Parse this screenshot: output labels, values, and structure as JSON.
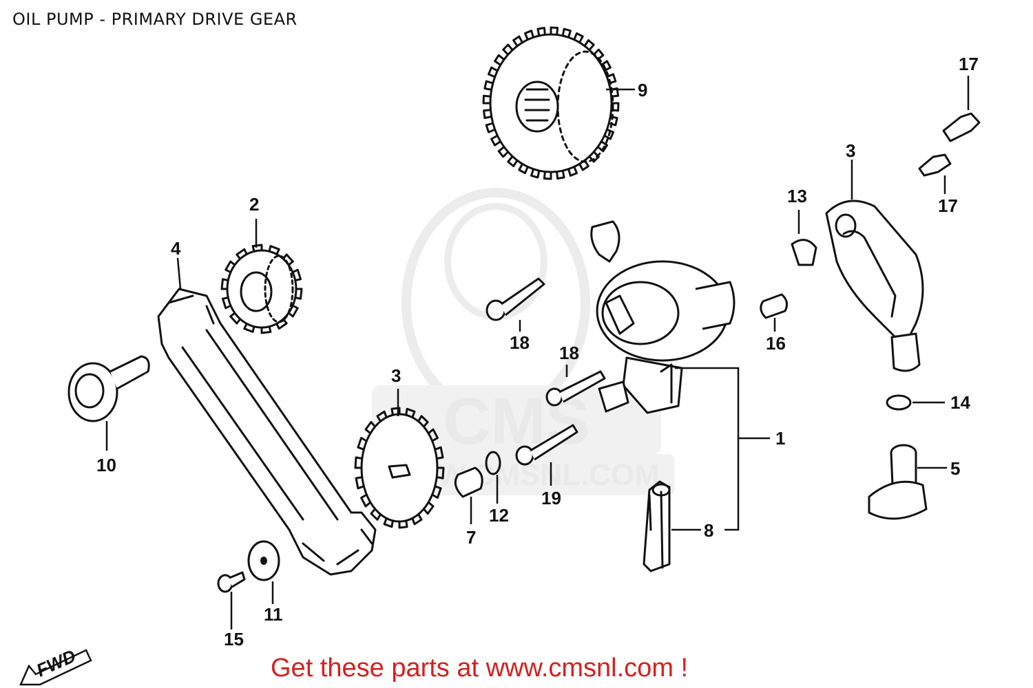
{
  "header": {
    "title": "OIL PUMP - PRIMARY DRIVE GEAR"
  },
  "footer": {
    "text": "Get these parts at www.cmsnl.com !",
    "color": "#d42020"
  },
  "watermark": {
    "logo_text": "CMS",
    "url_text": "WWW.CMSNL.COM"
  },
  "orientation_marker": {
    "label": "FWD"
  },
  "callouts": {
    "c1": "1",
    "c2": "2",
    "c3": "3",
    "c3b": "3",
    "c4": "4",
    "c5": "5",
    "c7": "7",
    "c8": "8",
    "c9": "9",
    "c10": "10",
    "c11": "11",
    "c12": "12",
    "c13": "13",
    "c14": "14",
    "c15": "15",
    "c16": "16",
    "c17a": "17",
    "c17b": "17",
    "c18a": "18",
    "c18b": "18",
    "c19": "19"
  },
  "colors": {
    "ink": "#111111",
    "watermark": "#e9e9e9",
    "background": "#ffffff"
  }
}
